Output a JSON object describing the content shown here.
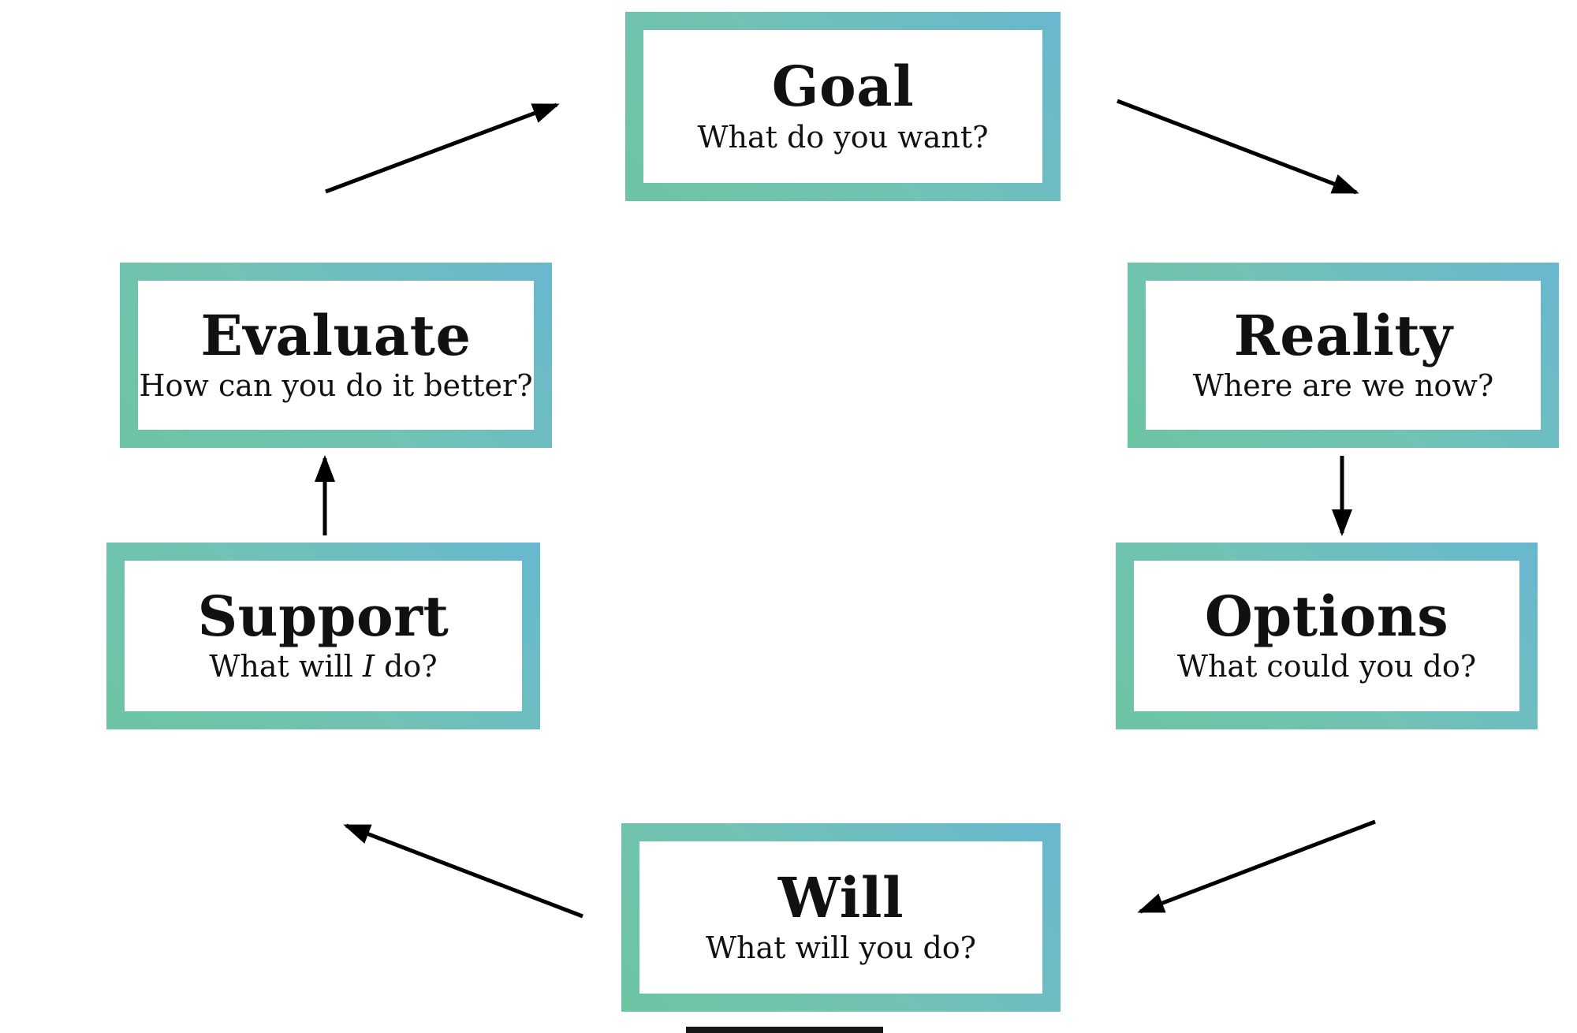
{
  "diagram": {
    "type": "cycle-flowchart",
    "model_name": "GROW coaching cycle",
    "colors": {
      "border_gradient_start": "#6cc4a2",
      "border_gradient_end": "#68b7d0",
      "box_fill": "#ffffff",
      "text": "#111111",
      "arrow": "#000000",
      "background": "#ffffff"
    },
    "boxes": [
      {
        "id": "goal",
        "title": "Goal",
        "subtitle": "What do you want?"
      },
      {
        "id": "reality",
        "title": "Reality",
        "subtitle": "Where are we now?"
      },
      {
        "id": "options",
        "title": "Options",
        "subtitle": "What could you do?"
      },
      {
        "id": "will",
        "title": "Will",
        "subtitle": "What will you do?"
      },
      {
        "id": "support",
        "title": "Support",
        "subtitle_prefix": "What will ",
        "subtitle_italic": "I",
        "subtitle_suffix": " do?"
      },
      {
        "id": "evaluate",
        "title": "Evaluate",
        "subtitle": "How can you do it better?"
      }
    ],
    "connections": [
      {
        "from": "goal",
        "to": "reality"
      },
      {
        "from": "reality",
        "to": "options"
      },
      {
        "from": "options",
        "to": "will"
      },
      {
        "from": "will",
        "to": "support"
      },
      {
        "from": "support",
        "to": "evaluate"
      },
      {
        "from": "evaluate",
        "to": "goal"
      }
    ]
  }
}
